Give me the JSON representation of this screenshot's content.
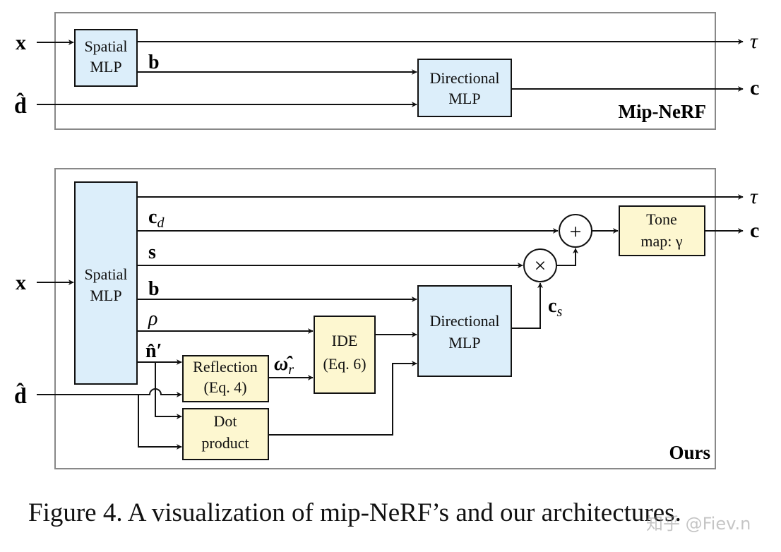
{
  "colors": {
    "mlp_fill": "#dceefa",
    "op_fill": "#fdf7d0",
    "panel_stroke": "#888888",
    "line": "#111111"
  },
  "top_panel": {
    "title": "Mip-NeRF",
    "input_x": "x",
    "input_d": "d̂",
    "spatial_mlp": [
      "Spatial",
      "MLP"
    ],
    "b_label": "b",
    "directional_mlp": [
      "Directional",
      "MLP"
    ],
    "out_tau": "τ",
    "out_c": "c"
  },
  "bottom_panel": {
    "title": "Ours",
    "input_x": "x",
    "input_d": "d̂",
    "spatial_mlp": [
      "Spatial",
      "MLP"
    ],
    "labels": {
      "cd_main": "c",
      "cd_sub": "d",
      "s": "s",
      "b": "b",
      "rho": "ρ",
      "n_prime": "n̂′",
      "omega_main": "ω̂",
      "omega_sub": "r",
      "cs_main": "c",
      "cs_sub": "s"
    },
    "reflection": [
      "Reflection",
      "(Eq. 4)"
    ],
    "ide": [
      "IDE",
      "(Eq. 6)"
    ],
    "dot_product": [
      "Dot",
      "product"
    ],
    "directional_mlp": [
      "Directional",
      "MLP"
    ],
    "tone_map": [
      "Tone",
      "map: γ"
    ],
    "plus": "+",
    "times": "×",
    "out_tau": "τ",
    "out_c": "c"
  },
  "caption": "Figure 4. A visualization of mip-NeRF’s and our architectures.",
  "watermark": "知乎 @Fiev.n"
}
